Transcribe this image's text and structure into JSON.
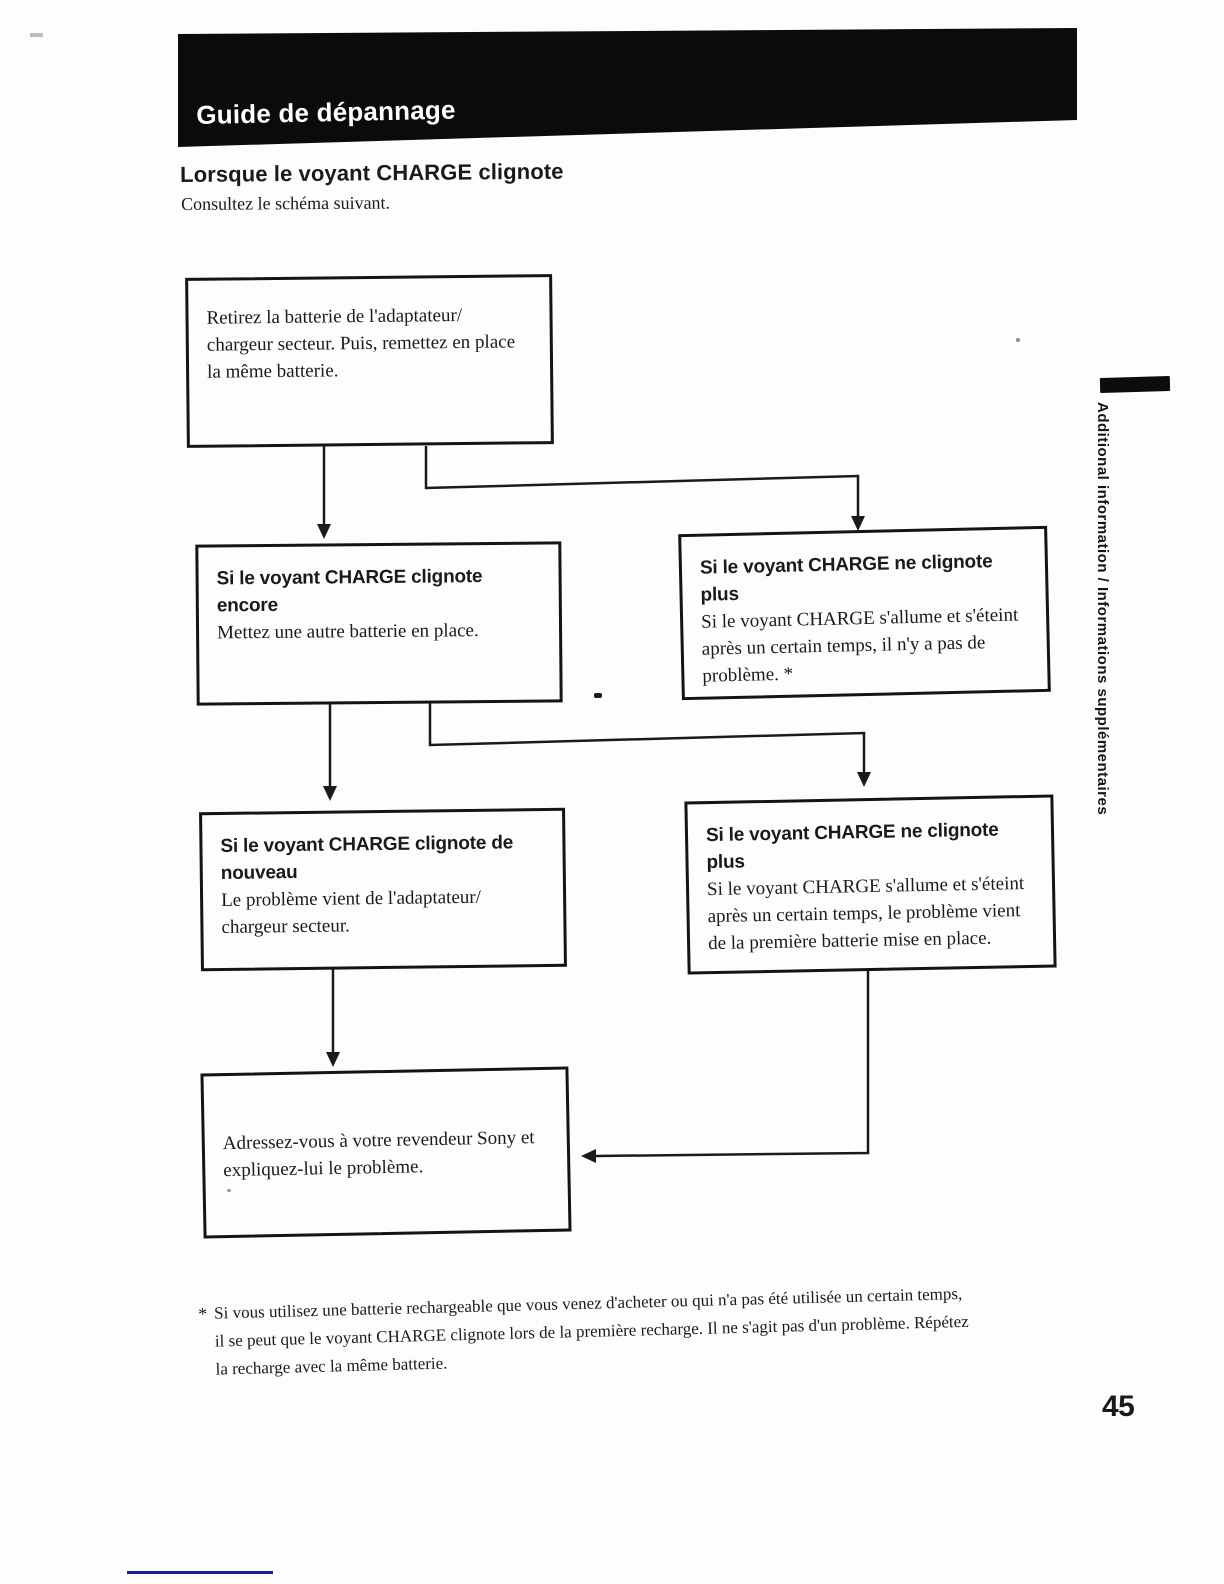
{
  "page": {
    "header_title": "Guide de dépannage",
    "section_title": "Lorsque le voyant CHARGE clignote",
    "section_subtitle": "Consultez le schéma suivant.",
    "page_number": "45"
  },
  "sidebar": {
    "caption": "Additional information / Informations supplémentaires"
  },
  "flowchart": {
    "boxes": [
      {
        "id": "remove-battery",
        "body": "Retirez la batterie de l'adaptateur/ chargeur secteur. Puis, remettez en place la même batterie."
      },
      {
        "id": "charge-blinks-again",
        "title": "Si le voyant CHARGE clignote encore",
        "body": "Mettez une autre batterie en place."
      },
      {
        "id": "charge-stops-blinking",
        "title": "Si le voyant CHARGE ne clignote plus",
        "body": "Si le voyant CHARGE s'allume et s'éteint après un certain temps, il n'y a pas de problème. *"
      },
      {
        "id": "charge-blinks-anew",
        "title": "Si le voyant CHARGE clignote de nouveau",
        "body": "Le problème vient de l'adaptateur/ chargeur secteur."
      },
      {
        "id": "charge-stops-blinking-2",
        "title": "Si le voyant CHARGE ne clignote plus",
        "body": "Si le voyant CHARGE s'allume et s'éteint après un certain temps, le problème vient de la première batterie mise en place."
      },
      {
        "id": "contact-dealer",
        "body": "Adressez-vous à votre revendeur Sony et expliquez-lui le problème."
      }
    ]
  },
  "footnote": {
    "marker": "*",
    "lines": [
      "Si vous utilisez une batterie rechargeable que vous venez d'acheter ou qui n'a pas été utilisée un certain temps,",
      "il se peut que le voyant CHARGE clignote lors de la première recharge. Il ne s'agit pas d'un problème. Répétez",
      "la recharge avec la même batterie."
    ]
  },
  "colors": {
    "ink": "#1a1a1a",
    "header_band": "#0b0b0b",
    "accent_rule": "#1c1c96"
  }
}
